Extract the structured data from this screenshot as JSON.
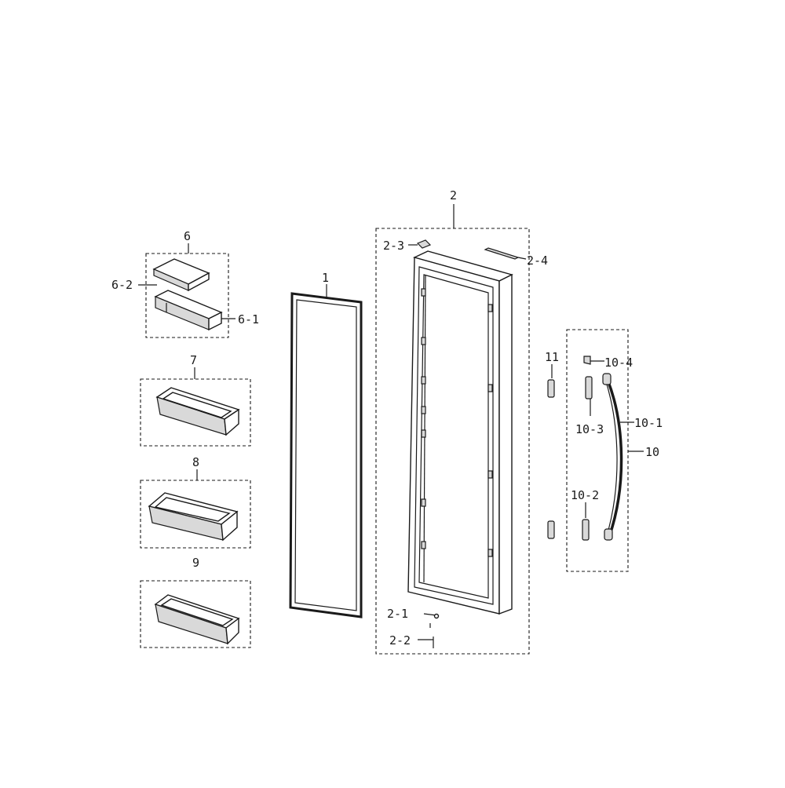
{
  "labels": {
    "p1": "1",
    "p2": "2",
    "p2_1": "2-1",
    "p2_2": "2-2",
    "p2_3": "2-3",
    "p2_4": "2-4",
    "p6": "6",
    "p6_1": "6-1",
    "p6_2": "6-2",
    "p7": "7",
    "p8": "8",
    "p9": "9",
    "p10": "10",
    "p10_1": "10-1",
    "p10_2": "10-2",
    "p10_3": "10-3",
    "p10_4": "10-4",
    "p11": "11"
  }
}
